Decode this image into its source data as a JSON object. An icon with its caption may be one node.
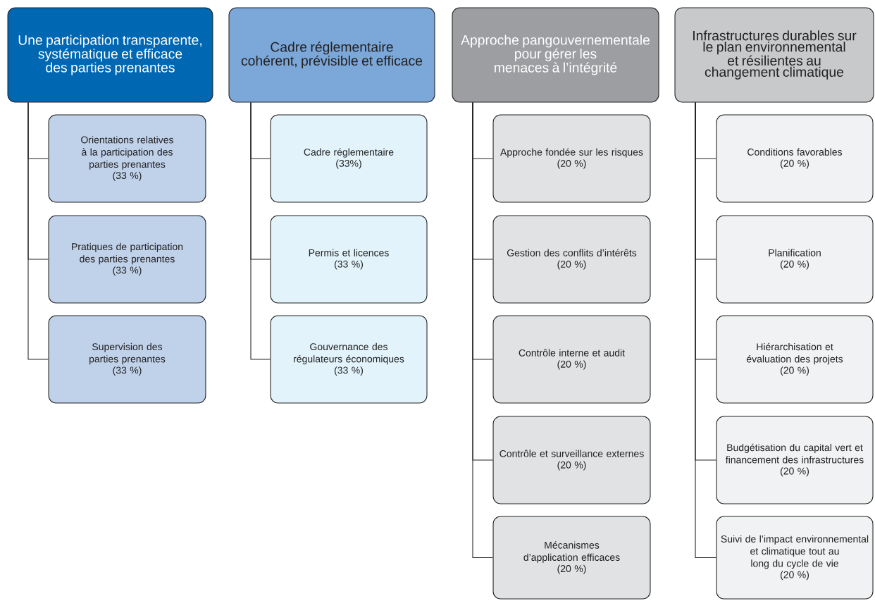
{
  "diagram": {
    "nodes": [
      {
        "text": [
          "Une participation transparente, systématique et efficace des parties prenantes"
        ]
      },
      {
        "text": [
          "Orientations relatives à la participation des parties prenantes",
          "(33 %)"
        ]
      },
      {
        "text": [
          "Pratiques de participation des parties prenantes",
          "(33 %)"
        ]
      },
      {
        "text": [
          "Supervision des parties prenantes",
          "(33 %)"
        ]
      },
      {
        "text": [
          "Cadre réglementaire cohérent, prévisible et efficace"
        ]
      },
      {
        "text": [
          "Cadre réglementaire",
          "(33%)"
        ]
      },
      {
        "text": [
          "Permis et licences",
          "(33 %)"
        ]
      },
      {
        "text": [
          "Gouvernance des régulateurs économiques",
          "(33 %)"
        ]
      },
      {
        "text": [
          "Approche pangouvernementale pour gérer les menaces à l’intégrité"
        ]
      },
      {
        "text": [
          "Approche fondée sur les risques",
          "(20 %)"
        ]
      },
      {
        "text": [
          "Gestion des conflits d’intérêts",
          "(20 %)"
        ]
      },
      {
        "text": [
          "Contrôle interne et audit",
          "(20 %)"
        ]
      },
      {
        "text": [
          "Contrôle et surveillance externes",
          "(20 %)"
        ]
      },
      {
        "text": [
          "Mécanismes d’application efficaces",
          "(20 %)"
        ]
      },
      {
        "text": [
          "Infrastructures durables sur le plan environnemental et résilientes au changement climatique"
        ]
      },
      {
        "text": [
          "Conditions favorables",
          "(20 %)"
        ]
      },
      {
        "text": [
          "Planification",
          "(20 %)"
        ]
      },
      {
        "text": [
          "Hiérarchisation et évaluation des projets",
          "(20 %)"
        ]
      },
      {
        "text": [
          "Budgétisation du capital vert et financement des infrastructures",
          "(20 %)"
        ]
      },
      {
        "text": [
          "Suivi de l’impact environnemental et climatique tout au long du cycle de vie",
          "(20 %)"
        ]
      }
    ],
    "edges": [
      {
        "from": 0,
        "to": 1,
        "arrow": "none"
      },
      {
        "from": 0,
        "to": 2,
        "arrow": "none"
      },
      {
        "from": 0,
        "to": 3,
        "arrow": "none"
      },
      {
        "from": 4,
        "to": 5,
        "arrow": "none"
      },
      {
        "from": 4,
        "to": 6,
        "arrow": "none"
      },
      {
        "from": 4,
        "to": 7,
        "arrow": "none"
      },
      {
        "from": 8,
        "to": 9,
        "arrow": "none"
      },
      {
        "from": 8,
        "to": 10,
        "arrow": "none"
      },
      {
        "from": 8,
        "to": 11,
        "arrow": "none"
      },
      {
        "from": 8,
        "to": 12,
        "arrow": "none"
      },
      {
        "from": 8,
        "to": 13,
        "arrow": "none"
      },
      {
        "from": 14,
        "to": 15,
        "arrow": "none"
      },
      {
        "from": 14,
        "to": 16,
        "arrow": "none"
      },
      {
        "from": 14,
        "to": 17,
        "arrow": "none"
      },
      {
        "from": 14,
        "to": 18,
        "arrow": "none"
      },
      {
        "from": 14,
        "to": 19,
        "arrow": "none"
      }
    ]
  }
}
